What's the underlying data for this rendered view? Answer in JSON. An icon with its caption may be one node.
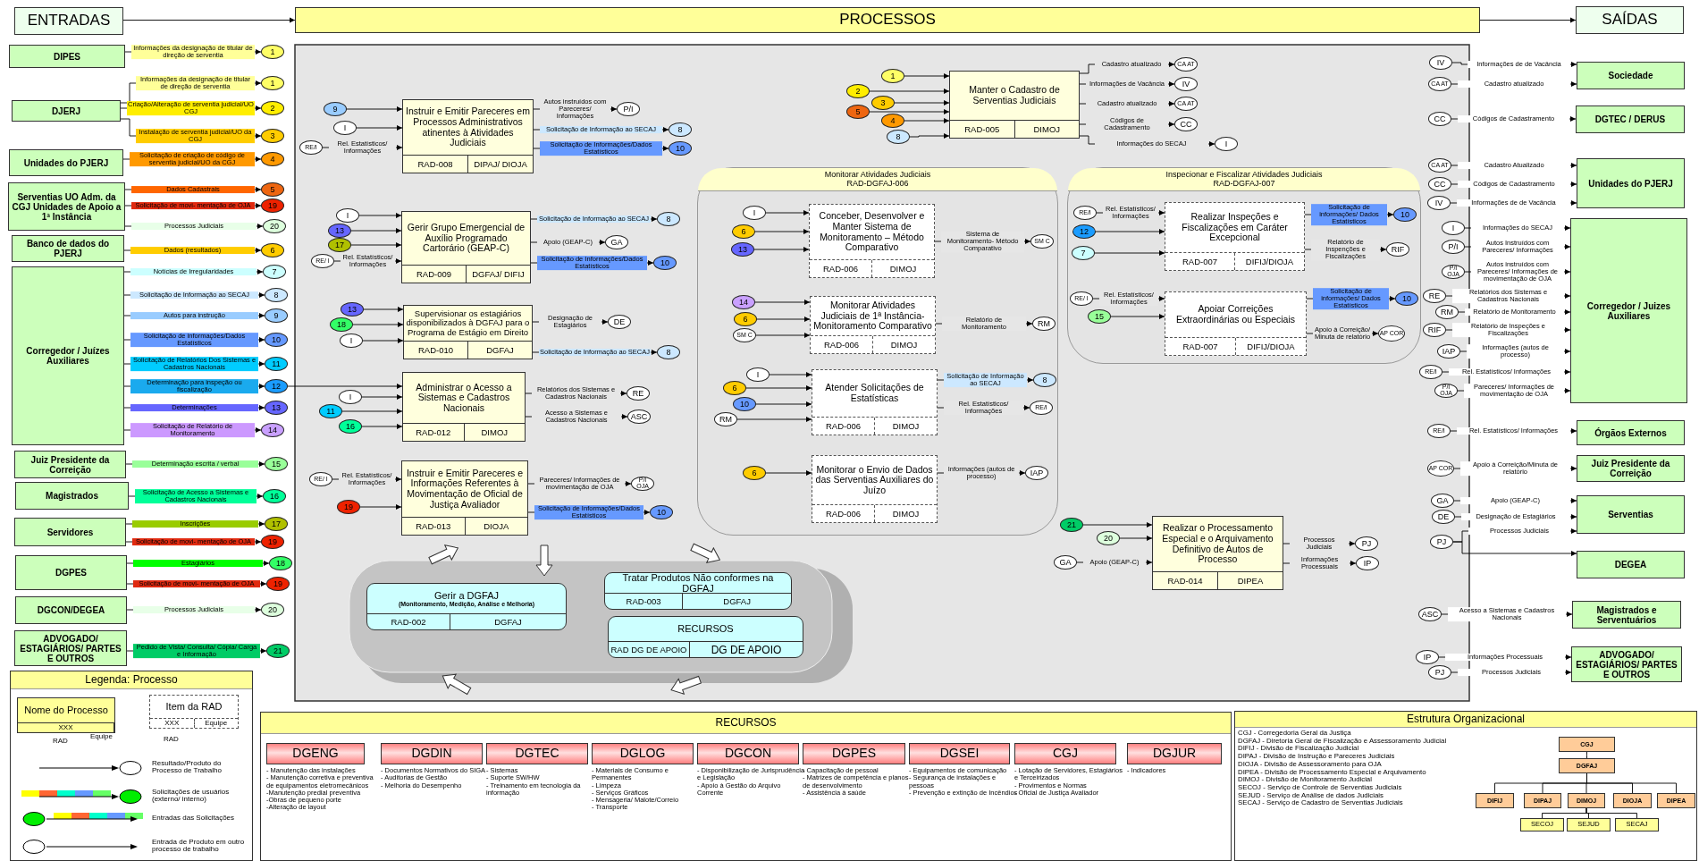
{
  "diagram": {
    "nodes": [
      {
        "text": [
          "ENTRADAS"
        ]
      },
      {
        "text": [
          "PROCESSOS"
        ]
      },
      {
        "text": [
          "SAÍDAS"
        ]
      },
      {
        "text": [
          "DIPES"
        ]
      },
      {
        "text": [
          "DJERJ"
        ]
      },
      {
        "text": [
          "Unidades do PJERJ"
        ]
      },
      {
        "text": [
          "Serventias UO Adm. da CGJ Unidades de Apoio a 1ª Instância"
        ]
      },
      {
        "text": [
          "Banco de dados do PJERJ"
        ]
      },
      {
        "text": [
          "Corregedor / Juízes Auxiliares"
        ]
      },
      {
        "text": [
          "Juiz Presidente da Correição"
        ]
      },
      {
        "text": [
          "Magistrados"
        ]
      },
      {
        "text": [
          "Servidores"
        ]
      },
      {
        "text": [
          "DGPES"
        ]
      },
      {
        "text": [
          "DGCON/DEGEA"
        ]
      },
      {
        "text": [
          "ADVOGADO/ ESTAGIÁRIOS/ PARTES E OUTROS"
        ]
      },
      {
        "text": [
          "1"
        ]
      },
      {
        "text": [
          "1"
        ]
      },
      {
        "text": [
          "2"
        ]
      },
      {
        "text": [
          "3"
        ]
      },
      {
        "text": [
          "4"
        ]
      },
      {
        "text": [
          "5"
        ]
      },
      {
        "text": [
          "19"
        ]
      },
      {
        "text": [
          "20"
        ]
      },
      {
        "text": [
          "6"
        ]
      },
      {
        "text": [
          "7"
        ]
      },
      {
        "text": [
          "8"
        ]
      },
      {
        "text": [
          "9"
        ]
      },
      {
        "text": [
          "10"
        ]
      },
      {
        "text": [
          "11"
        ]
      },
      {
        "text": [
          "12"
        ]
      },
      {
        "text": [
          "13"
        ]
      },
      {
        "text": [
          "14"
        ]
      },
      {
        "text": [
          "15"
        ]
      },
      {
        "text": [
          "16"
        ]
      },
      {
        "text": [
          "17"
        ]
      },
      {
        "text": [
          "19"
        ]
      },
      {
        "text": [
          "18"
        ]
      },
      {
        "text": [
          "19"
        ]
      },
      {
        "text": [
          "20"
        ]
      },
      {
        "text": [
          "21"
        ]
      },
      {
        "text": [
          "Instruir e Emitir Pareceres em Processos Administrativos atinentes à Atividades Judiciais",
          "RAD-008",
          "DIPAJ/ DIOJA"
        ]
      },
      {
        "text": [
          "9"
        ]
      },
      {
        "text": [
          "I"
        ]
      },
      {
        "text": [
          "RE/I"
        ]
      },
      {
        "text": [
          "P/I"
        ]
      },
      {
        "text": [
          "8"
        ]
      },
      {
        "text": [
          "10"
        ]
      },
      {
        "text": [
          "Gerir Grupo Emergencial de Auxílio Programado Cartorário (GEAP-C)",
          "RAD-009",
          "DGFAJ/ DIFIJ"
        ]
      },
      {
        "text": [
          "I"
        ]
      },
      {
        "text": [
          "13"
        ]
      },
      {
        "text": [
          "17"
        ]
      },
      {
        "text": [
          "RE/ I"
        ]
      },
      {
        "text": [
          "8"
        ]
      },
      {
        "text": [
          "GA"
        ]
      },
      {
        "text": [
          "10"
        ]
      },
      {
        "text": [
          "Supervisionar os estagiários disponibilizados à DGFAJ para o Programa de Estágio em Direito",
          "RAD-010",
          "DGFAJ"
        ]
      },
      {
        "text": [
          "13"
        ]
      },
      {
        "text": [
          "18"
        ]
      },
      {
        "text": [
          "I"
        ]
      },
      {
        "text": [
          "DE"
        ]
      },
      {
        "text": [
          "8"
        ]
      },
      {
        "text": [
          "Administrar o Acesso a Sistemas e Cadastros Nacionais",
          "RAD-012",
          "DIMOJ"
        ]
      },
      {
        "text": [
          "I"
        ]
      },
      {
        "text": [
          "11"
        ]
      },
      {
        "text": [
          "16"
        ]
      },
      {
        "text": [
          "RE"
        ]
      },
      {
        "text": [
          "ASC"
        ]
      },
      {
        "text": [
          "Instruir e Emitir Pareceres e Informações Referentes à Movimentação de Oficial de Justiça Avaliador",
          "RAD-013",
          "DIOJA"
        ]
      },
      {
        "text": [
          "RE/ I"
        ]
      },
      {
        "text": [
          "19"
        ]
      },
      {
        "text": [
          "P/I OJA"
        ]
      },
      {
        "text": [
          "10"
        ]
      },
      {
        "text": [
          "Manter o Cadastro de Serventias Judiciais",
          "RAD-005",
          "DIMOJ"
        ]
      },
      {
        "text": [
          "1"
        ]
      },
      {
        "text": [
          "2"
        ]
      },
      {
        "text": [
          "3"
        ]
      },
      {
        "text": [
          "5"
        ]
      },
      {
        "text": [
          "4"
        ]
      },
      {
        "text": [
          "8"
        ]
      },
      {
        "text": [
          "CA AT"
        ]
      },
      {
        "text": [
          "IV"
        ]
      },
      {
        "text": [
          "CA AT"
        ]
      },
      {
        "text": [
          "CC"
        ]
      },
      {
        "text": [
          "I"
        ]
      },
      {
        "text": [
          "Monitorar Atividades Judiciais",
          "RAD-DGFAJ-006"
        ]
      },
      {
        "text": [
          "Conceber, Desenvolver e Manter Sistema de Monitoramento – Método Comparativo",
          "RAD-006",
          "DIMOJ"
        ],
        "in": 84
      },
      {
        "text": [
          "I"
        ],
        "in": 84
      },
      {
        "text": [
          "6"
        ],
        "in": 84
      },
      {
        "text": [
          "13"
        ],
        "in": 84
      },
      {
        "text": [
          "SM C"
        ],
        "in": 84
      },
      {
        "text": [
          "Monitorar Atividades Judiciais de 1ª Instância- Monitoramento Comparativo",
          "RAD-006",
          "DIMOJ"
        ],
        "in": 84
      },
      {
        "text": [
          "14"
        ],
        "in": 84
      },
      {
        "text": [
          "6"
        ],
        "in": 84
      },
      {
        "text": [
          "SM C"
        ],
        "in": 84
      },
      {
        "text": [
          "RM"
        ],
        "in": 84
      },
      {
        "text": [
          "Atender Solicitações de Estatísticas",
          "RAD-006",
          "DIMOJ"
        ],
        "in": 84
      },
      {
        "text": [
          "I"
        ],
        "in": 84
      },
      {
        "text": [
          "6"
        ],
        "in": 84
      },
      {
        "text": [
          "10"
        ],
        "in": 84
      },
      {
        "text": [
          "RM"
        ],
        "in": 84
      },
      {
        "text": [
          "8"
        ],
        "in": 84
      },
      {
        "text": [
          "RE/I"
        ],
        "in": 84
      },
      {
        "text": [
          "Monitorar o Envio de Dados das Serventias Auxiliares do Juízo",
          "RAD-006",
          "DIMOJ"
        ],
        "in": 84
      },
      {
        "text": [
          "6"
        ],
        "in": 84
      },
      {
        "text": [
          "IAP"
        ],
        "in": 84
      },
      {
        "text": [
          "Inspecionar e Fiscalizar Atividades Judiciais",
          "RAD-DGFAJ-007"
        ]
      },
      {
        "text": [
          "Realizar Inspeções e Fiscalizações em Caráter Excepcional",
          "RAD-007",
          "DIFIJ/DIOJA"
        ],
        "in": 105
      },
      {
        "text": [
          "RE/I"
        ],
        "in": 105
      },
      {
        "text": [
          "12"
        ],
        "in": 105
      },
      {
        "text": [
          "7"
        ],
        "in": 105
      },
      {
        "text": [
          "10"
        ],
        "in": 105
      },
      {
        "text": [
          "RIF"
        ],
        "in": 105
      },
      {
        "text": [
          "Apoiar Correições Extraordinárias ou Especiais",
          "RAD-007",
          "DIFIJ/DIOJA"
        ],
        "in": 105
      },
      {
        "text": [
          "RE/ I"
        ],
        "in": 105
      },
      {
        "text": [
          "15"
        ],
        "in": 105
      },
      {
        "text": [
          "10"
        ],
        "in": 105
      },
      {
        "text": [
          "AP COR"
        ],
        "in": 105
      },
      {
        "text": [
          "Realizar o Processamento Especial e o Arquivamento Definitivo de Autos de Processo",
          "RAD-014",
          "DIPEA"
        ]
      },
      {
        "text": [
          "21"
        ]
      },
      {
        "text": [
          "20"
        ]
      },
      {
        "text": [
          "GA"
        ]
      },
      {
        "text": [
          "PJ"
        ]
      },
      {
        "text": [
          "IP"
        ]
      },
      {
        "text": [
          "Gerir a DGFAJ",
          "(Monitoramento, Medição, Análise e Melhoria)",
          "RAD-002",
          "DGFAJ"
        ]
      },
      {
        "text": [
          "Tratar Produtos Não conformes na DGFAJ",
          "RAD-003",
          "DGFAJ"
        ]
      },
      {
        "text": [
          "RECURSOS",
          "RAD DG DE APOIO",
          "DG DE APOIO"
        ]
      },
      {
        "text": [
          "IV"
        ]
      },
      {
        "text": [
          "CA AT"
        ]
      },
      {
        "text": [
          "Sociedade"
        ]
      },
      {
        "text": [
          "CC"
        ]
      },
      {
        "text": [
          "DGTEC / DERUS"
        ]
      },
      {
        "text": [
          "CA AT"
        ]
      },
      {
        "text": [
          "CC"
        ]
      },
      {
        "text": [
          "IV"
        ]
      },
      {
        "text": [
          "Unidades do PJERJ"
        ]
      },
      {
        "text": [
          "I"
        ]
      },
      {
        "text": [
          "P/I"
        ]
      },
      {
        "text": [
          "P/I OJA"
        ]
      },
      {
        "text": [
          "RE"
        ]
      },
      {
        "text": [
          "RM"
        ]
      },
      {
        "text": [
          "RIF"
        ]
      },
      {
        "text": [
          "IAP"
        ]
      },
      {
        "text": [
          "RE/I"
        ]
      },
      {
        "text": [
          "P/I OJA"
        ]
      },
      {
        "text": [
          "Corregedor / Juizes Auxiliares"
        ]
      },
      {
        "text": [
          "RE/I"
        ]
      },
      {
        "text": [
          "Órgãos Externos"
        ]
      },
      {
        "text": [
          "AP COR"
        ]
      },
      {
        "text": [
          "Juiz Presidente da Correição"
        ]
      },
      {
        "text": [
          "GA"
        ]
      },
      {
        "text": [
          "DE"
        ]
      },
      {
        "text": [
          "PJ"
        ]
      },
      {
        "text": [
          "Serventias"
        ]
      },
      {
        "text": [
          "DEGEA"
        ]
      },
      {
        "text": [
          "ASC"
        ]
      },
      {
        "text": [
          "Magistrados e Serventuários"
        ]
      },
      {
        "text": [
          "IP"
        ]
      },
      {
        "text": [
          "PJ"
        ]
      },
      {
        "text": [
          "ADVOGADO/ ESTAGIÁRIOS/ PARTES E OUTROS"
        ]
      },
      {
        "text": [
          "Legenda: Processo"
        ]
      },
      {
        "text": [
          "Nome do Processo",
          "XXX"
        ],
        "beside": [
          "RAD",
          "Equipe"
        ],
        "in": 159
      },
      {
        "text": [
          "Item da RAD",
          "XXX",
          "Equipe"
        ],
        "beside": [
          "RAD"
        ],
        "in": 159
      },
      {
        "text": [
          "RECURSOS"
        ]
      },
      {
        "text": [
          "DGENG"
        ],
        "beside": [
          "- Manutenção das instalações",
          "- Manutenção corretiva e preventiva de equipamentos eletromecânicos",
          "-Manutenção predial preventiva",
          "-Obras de pequeno porte",
          "-Alteração de layout"
        ],
        "in": 162
      },
      {
        "text": [
          "DGDIN"
        ],
        "beside": [
          "- Documentos Normativos do SIGA",
          "- Auditorias de Gestão",
          "- Melhoria do Desempenho"
        ],
        "in": 162
      },
      {
        "text": [
          "DGTEC"
        ],
        "beside": [
          "- Sistemas",
          "- Suporte SW/HW",
          "- Treinamento em tecnologia da informação"
        ],
        "in": 162
      },
      {
        "text": [
          "DGLOG"
        ],
        "beside": [
          "- Materiais de Consumo e Permanentes",
          "- Limpeza",
          "- Serviços Gráficos",
          "- Mensageria/ Malote/Correio",
          "- Transporte"
        ],
        "in": 162
      },
      {
        "text": [
          "DGCON"
        ],
        "beside": [
          "- Disponibilização de Jurisprudência e Legislação",
          "- Apoio à Gestão do Arquivo Corrente"
        ],
        "in": 162
      },
      {
        "text": [
          "DGPES"
        ],
        "beside": [
          "- Capacitação de pessoal",
          "- Matrizes de competência e planos de desenvolvimento",
          "- Assistência à saúde"
        ],
        "in": 162
      },
      {
        "text": [
          "DGSEI"
        ],
        "beside": [
          "- Equipamentos de comunicação",
          "- Segurança de instalações e pessoas",
          "- Prevenção e extinção de Incêndios"
        ],
        "in": 162
      },
      {
        "text": [
          "CGJ"
        ],
        "beside": [
          "- Lotação de Servidores, Estagiários e Terceirizados",
          "- Provimentos e Normas",
          "- Oficial de Justiça Avaliador"
        ],
        "in": 162
      },
      {
        "text": [
          "DGJUR"
        ],
        "beside": [
          "- Indicadores"
        ],
        "in": 162
      },
      {
        "text": [
          "Estrutura Organizacional"
        ]
      },
      {
        "text": [
          "CGJ"
        ],
        "in": 172
      },
      {
        "text": [
          "DGFAJ"
        ],
        "in": 172
      },
      {
        "text": [
          "DIFIJ"
        ],
        "in": 172
      },
      {
        "text": [
          "DIPAJ"
        ],
        "in": 172
      },
      {
        "text": [
          "DIMOJ"
        ],
        "in": 172
      },
      {
        "text": [
          "DIOJA"
        ],
        "in": 172
      },
      {
        "text": [
          "DIPEA"
        ],
        "in": 172
      },
      {
        "text": [
          "SECOJ"
        ],
        "in": 172
      },
      {
        "text": [
          "SEJUD"
        ],
        "in": 172
      },
      {
        "text": [
          "SECAJ"
        ],
        "in": 172
      },
      {
        "text": [],
        "shape": "arrow"
      },
      {
        "text": [],
        "shape": "arrow"
      },
      {
        "text": [],
        "shape": "arrow"
      },
      {
        "text": [],
        "shape": "arrow"
      },
      {
        "text": [],
        "shape": "arrow"
      }
    ],
    "edges": [
      {
        "from": 0,
        "to": 1,
        "arrow": "to"
      },
      {
        "from": 1,
        "to": 2,
        "arrow": "to"
      },
      {
        "from": 3,
        "to": 15,
        "arrow": "to",
        "label": "Informações da designação de titular de direção de serventia"
      },
      {
        "from": 4,
        "to": 16,
        "arrow": "to",
        "label": "Informações da designação de titular de direção de serventia"
      },
      {
        "from": 4,
        "to": 17,
        "arrow": "to",
        "label": "Criação/Alteração de serventia judicial/UO CGJ"
      },
      {
        "from": 4,
        "to": 18,
        "arrow": "to",
        "label": "Instalação de serventia judicial/UO da CGJ"
      },
      {
        "from": 5,
        "to": 19,
        "arrow": "to",
        "label": "Solicitação de criação de código de serventia judicial/UO da CGJ"
      },
      {
        "from": 6,
        "to": 20,
        "arrow": "to",
        "label": "Dados Cadastrais"
      },
      {
        "from": 6,
        "to": 21,
        "arrow": "to",
        "label": "Solicitação de movi- mentação de OJA"
      },
      {
        "from": 6,
        "to": 22,
        "arrow": "to",
        "label": "Processos Judiciais"
      },
      {
        "from": 7,
        "to": 23,
        "arrow": "to",
        "label": "Dados (resultados)"
      },
      {
        "from": 8,
        "to": 24,
        "arrow": "to",
        "label": "Notícias de Irregularidades"
      },
      {
        "from": 8,
        "to": 25,
        "arrow": "to",
        "label": "Solicitação de Informação ao SECAJ"
      },
      {
        "from": 8,
        "to": 26,
        "arrow": "to",
        "label": "Autos para instrução"
      },
      {
        "from": 8,
        "to": 27,
        "arrow": "to",
        "label": "Solicitação de informações/Dados Estatísticos"
      },
      {
        "from": 8,
        "to": 28,
        "arrow": "to",
        "label": "Solicitação de Relatórios Dos Sistemas e Cadastros Nacionais"
      },
      {
        "from": 8,
        "to": 29,
        "arrow": "to",
        "label": "Determinação para inspeção ou fiscalização"
      },
      {
        "from": 8,
        "to": 30,
        "arrow": "to",
        "label": "Determinações"
      },
      {
        "from": 8,
        "to": 31,
        "arrow": "to",
        "label": "Solicitação de Relatório de Monitoramento"
      },
      {
        "from": 9,
        "to": 32,
        "arrow": "to",
        "label": "Determinação escrita / verbal"
      },
      {
        "from": 10,
        "to": 33,
        "arrow": "to",
        "label": "Solicitação de Acesso a Sistemas e Cadastros Nacionais"
      },
      {
        "from": 11,
        "to": 34,
        "arrow": "to",
        "label": "Inscrições"
      },
      {
        "from": 11,
        "to": 35,
        "arrow": "to",
        "label": "Solicitação de movi- mentação de OJA"
      },
      {
        "from": 12,
        "to": 36,
        "arrow": "to",
        "label": "Estagiários"
      },
      {
        "from": 12,
        "to": 37,
        "arrow": "to",
        "label": "Solicitação de movi- mentação de OJA"
      },
      {
        "from": 13,
        "to": 38,
        "arrow": "to",
        "label": "Processos Judiciais"
      },
      {
        "from": 14,
        "to": 39,
        "arrow": "to",
        "label": "Pedido de Vista/ Consulta/ Cópia/ Carga e Informação"
      },
      {
        "from": 41,
        "to": 40,
        "arrow": "to"
      },
      {
        "from": 42,
        "to": 40,
        "arrow": "to"
      },
      {
        "from": 43,
        "to": 40,
        "arrow": "to",
        "label": "Rel. Estatísticos/ Informações"
      },
      {
        "from": 40,
        "to": 44,
        "arrow": "to",
        "label": "Autos instruídos com Pareceres/ Informações"
      },
      {
        "from": 40,
        "to": 45,
        "arrow": "to",
        "label": "Solicitação de Informação ao SECAJ"
      },
      {
        "from": 40,
        "to": 46,
        "arrow": "to",
        "label": "Solicitação de Informações/Dados Estatísticos"
      },
      {
        "from": 48,
        "to": 47,
        "arrow": "to"
      },
      {
        "from": 49,
        "to": 47,
        "arrow": "to"
      },
      {
        "from": 50,
        "to": 47,
        "arrow": "to"
      },
      {
        "from": 51,
        "to": 47,
        "arrow": "to",
        "label": "Rel. Estatísticos/ Informações"
      },
      {
        "from": 47,
        "to": 52,
        "arrow": "to",
        "label": "Solicitação de Informação ao SECAJ"
      },
      {
        "from": 47,
        "to": 53,
        "arrow": "to",
        "label": "Apoio (GEAP-C)"
      },
      {
        "from": 47,
        "to": 54,
        "arrow": "to",
        "label": "Solicitação de Informações/Dados Estatísticos"
      },
      {
        "from": 56,
        "to": 55,
        "arrow": "to"
      },
      {
        "from": 57,
        "to": 55,
        "arrow": "to"
      },
      {
        "from": 58,
        "to": 55,
        "arrow": "to"
      },
      {
        "from": 55,
        "to": 59,
        "arrow": "to",
        "label": "Designação de Estagiários"
      },
      {
        "from": 55,
        "to": 60,
        "arrow": "to",
        "label": "Solicitação de Informação ao SECAJ"
      },
      {
        "from": 29,
        "to": 61,
        "arrow": "to"
      },
      {
        "from": 62,
        "to": 61,
        "arrow": "to"
      },
      {
        "from": 63,
        "to": 61,
        "arrow": "to"
      },
      {
        "from": 64,
        "to": 61,
        "arrow": "to"
      },
      {
        "from": 61,
        "to": 65,
        "arrow": "to",
        "label": "Relatórios dos Sistemas e Cadastros Nacionais"
      },
      {
        "from": 61,
        "to": 66,
        "arrow": "to",
        "label": "Acesso a Sistemas e Cadastros Nacionais"
      },
      {
        "from": 68,
        "to": 67,
        "arrow": "to",
        "label": "Rel. Estatísticos/ Informações"
      },
      {
        "from": 69,
        "to": 67,
        "arrow": "to"
      },
      {
        "from": 67,
        "to": 70,
        "arrow": "to",
        "label": "Pareceres/ Informações de movimentação de OJA"
      },
      {
        "from": 67,
        "to": 71,
        "arrow": "to",
        "label": "Solicitação de Informações/Dados Estatísticos"
      },
      {
        "from": 73,
        "to": 72,
        "arrow": "to"
      },
      {
        "from": 74,
        "to": 72,
        "arrow": "to"
      },
      {
        "from": 75,
        "to": 72,
        "arrow": "to"
      },
      {
        "from": 76,
        "to": 72,
        "arrow": "to"
      },
      {
        "from": 77,
        "to": 72,
        "arrow": "to"
      },
      {
        "from": 78,
        "to": 72,
        "arrow": "to"
      },
      {
        "from": 72,
        "to": 79,
        "arrow": "to",
        "label": "Cadastro atualizado"
      },
      {
        "from": 72,
        "to": 80,
        "arrow": "to",
        "label": "Informações de Vacância"
      },
      {
        "from": 72,
        "to": 81,
        "arrow": "to",
        "label": "Cadastro atualizado"
      },
      {
        "from": 72,
        "to": 82,
        "arrow": "to",
        "label": "Códigos de Cadastramento"
      },
      {
        "from": 72,
        "to": 83,
        "arrow": "to",
        "label": "Informações do SECAJ"
      },
      {
        "from": 86,
        "to": 85,
        "arrow": "to"
      },
      {
        "from": 87,
        "to": 85,
        "arrow": "to"
      },
      {
        "from": 88,
        "to": 85,
        "arrow": "to"
      },
      {
        "from": 85,
        "to": 89,
        "arrow": "to",
        "label": "Sistema de Monitoramento- Método Comparativo"
      },
      {
        "from": 91,
        "to": 90,
        "arrow": "to"
      },
      {
        "from": 92,
        "to": 90,
        "arrow": "to"
      },
      {
        "from": 93,
        "to": 90,
        "arrow": "to"
      },
      {
        "from": 90,
        "to": 94,
        "arrow": "to",
        "label": "Relatório de Monitoramento"
      },
      {
        "from": 96,
        "to": 95,
        "arrow": "to"
      },
      {
        "from": 97,
        "to": 95,
        "arrow": "to"
      },
      {
        "from": 98,
        "to": 95,
        "arrow": "to"
      },
      {
        "from": 99,
        "to": 95,
        "arrow": "to"
      },
      {
        "from": 95,
        "to": 100,
        "arrow": "to",
        "label": "Solicitação de Informação ao SECAJ"
      },
      {
        "from": 95,
        "to": 101,
        "arrow": "to",
        "label": "Rel. Estatísticos/ Informações"
      },
      {
        "from": 103,
        "to": 102,
        "arrow": "to"
      },
      {
        "from": 102,
        "to": 104,
        "arrow": "to",
        "label": "Informações (autos de processo)"
      },
      {
        "from": 107,
        "to": 106,
        "arrow": "to",
        "label": "Rel. Estatísticos/ Informações"
      },
      {
        "from": 108,
        "to": 106,
        "arrow": "to"
      },
      {
        "from": 109,
        "to": 106,
        "arrow": "to"
      },
      {
        "from": 106,
        "to": 110,
        "arrow": "to",
        "label": "Solicitação de informações/ Dados Estatísticos"
      },
      {
        "from": 106,
        "to": 111,
        "arrow": "to",
        "label": "Relatório de Inspenções e Fiscalizações"
      },
      {
        "from": 113,
        "to": 112,
        "arrow": "to",
        "label": "Rel. Estatísticos/ Informações"
      },
      {
        "from": 114,
        "to": 112,
        "arrow": "to"
      },
      {
        "from": 112,
        "to": 115,
        "arrow": "to",
        "label": "Solicitação de informações/ Dados Estatísticos"
      },
      {
        "from": 112,
        "to": 116,
        "arrow": "to",
        "label": "Apoio à Correição/ Minuta de relatório"
      },
      {
        "from": 118,
        "to": 117,
        "arrow": "to"
      },
      {
        "from": 119,
        "to": 117,
        "arrow": "to"
      },
      {
        "from": 120,
        "to": 117,
        "arrow": "to",
        "label": "Apoio (GEAP-C)"
      },
      {
        "from": 117,
        "to": 121,
        "arrow": "to",
        "label": "Processos Judiciais"
      },
      {
        "from": 117,
        "to": 122,
        "arrow": "to",
        "label": "Informações Processuais"
      },
      {
        "from": 126,
        "to": 128,
        "arrow": "to",
        "label": "Informações de de Vacância"
      },
      {
        "from": 127,
        "to": 128,
        "arrow": "to",
        "label": "Cadastro atualizado"
      },
      {
        "from": 129,
        "to": 130,
        "arrow": "to",
        "label": "Códigos de Cadastramento"
      },
      {
        "from": 131,
        "to": 134,
        "arrow": "to",
        "label": "Cadastro Atualizado"
      },
      {
        "from": 132,
        "to": 134,
        "arrow": "to",
        "label": "Códigos de Cadastramento"
      },
      {
        "from": 133,
        "to": 134,
        "arrow": "to",
        "label": "Informações de de Vacância"
      },
      {
        "from": 135,
        "to": 144,
        "arrow": "to",
        "label": "Informações do SECAJ"
      },
      {
        "from": 136,
        "to": 144,
        "arrow": "to",
        "label": "Autos Instruídos com Pareceres/ Informações"
      },
      {
        "from": 137,
        "to": 144,
        "arrow": "to",
        "label": "Autos instruídos com Pareceres/ Informações de movimentação de OJA"
      },
      {
        "from": 138,
        "to": 144,
        "arrow": "to",
        "label": "Relatórios dos Sistemas e Cadastros Nacionais"
      },
      {
        "from": 139,
        "to": 144,
        "arrow": "to",
        "label": "Relatório de Monitoramento"
      },
      {
        "from": 140,
        "to": 144,
        "arrow": "to",
        "label": "Relatório de Inspeções e Fiscalizações"
      },
      {
        "from": 141,
        "to": 144,
        "arrow": "to",
        "label": "Informações (autos de processo)"
      },
      {
        "from": 142,
        "to": 144,
        "arrow": "to",
        "label": "Rel. Estatísticos/ Informações"
      },
      {
        "from": 143,
        "to": 144,
        "arrow": "to",
        "label": "Pareceres/ Informações de movimentação de OJA"
      },
      {
        "from": 145,
        "to": 146,
        "arrow": "to",
        "label": "Rel. Estatísticos/ Informações"
      },
      {
        "from": 147,
        "to": 148,
        "arrow": "to",
        "label": "Apoio à Correição/Minuta de relatório"
      },
      {
        "from": 149,
        "to": 152,
        "arrow": "to",
        "label": "Apoio (GEAP-C)"
      },
      {
        "from": 150,
        "to": 152,
        "arrow": "to",
        "label": "Designação de Estagiários"
      },
      {
        "from": 151,
        "to": 152,
        "arrow": "to",
        "label": "Processos Judiciais"
      },
      {
        "from": 151,
        "to": 153,
        "arrow": "to"
      },
      {
        "from": 154,
        "to": 155,
        "arrow": "to",
        "label": "Acesso a Sistemas e Cadastros Nacionais"
      },
      {
        "from": 156,
        "to": 158,
        "arrow": "to",
        "label": "Informações Processuais"
      },
      {
        "from": 157,
        "to": 158,
        "arrow": "to",
        "label": "Processos Judiciais"
      },
      {
        "from": 173,
        "to": 174,
        "arrow": "none"
      },
      {
        "from": 174,
        "to": 175,
        "arrow": "none"
      },
      {
        "from": 174,
        "to": 176,
        "arrow": "none"
      },
      {
        "from": 174,
        "to": 177,
        "arrow": "none"
      },
      {
        "from": 174,
        "to": 178,
        "arrow": "none"
      },
      {
        "from": 174,
        "to": 179,
        "arrow": "none"
      },
      {
        "from": 177,
        "to": 180,
        "arrow": "none"
      },
      {
        "from": 177,
        "to": 181,
        "arrow": "none"
      },
      {
        "from": 177,
        "to": 182,
        "arrow": "none"
      }
    ],
    "labels": [
      "CGJ - Corregedoria Geral da Justiça",
      "DGFAJ - Diretoria Geral de Fiscalização e Assessoramento Judicial",
      "DIFIJ - Divisão de Fiscalização Judicial",
      "DIPAJ - Divisão de Instrução e Pareceres Judiciais",
      "DIOJA - Divisão de Assessoramento para OJA",
      "DIPEA - Divisão de Processamento Especial e Arquivamento",
      "DIMOJ - Divisão de Monitoramento Judicial",
      "SECOJ - Serviço de Controle de Serventias Judiciais",
      "SEJUD - Serviço de Análise de dados Judiciais",
      "SECAJ - Serviço de Cadastro de Serventias Judiciais"
    ],
    "legend": [
      {
        "text": "Resultado/Produto do Processo de Trabalho"
      },
      {
        "text": "Solicitações de usuários (externo/ interno)"
      },
      {
        "text": "Entradas das Solicitações"
      },
      {
        "text": "Entrada de Produto em outro processo de trabalho"
      }
    ]
  }
}
